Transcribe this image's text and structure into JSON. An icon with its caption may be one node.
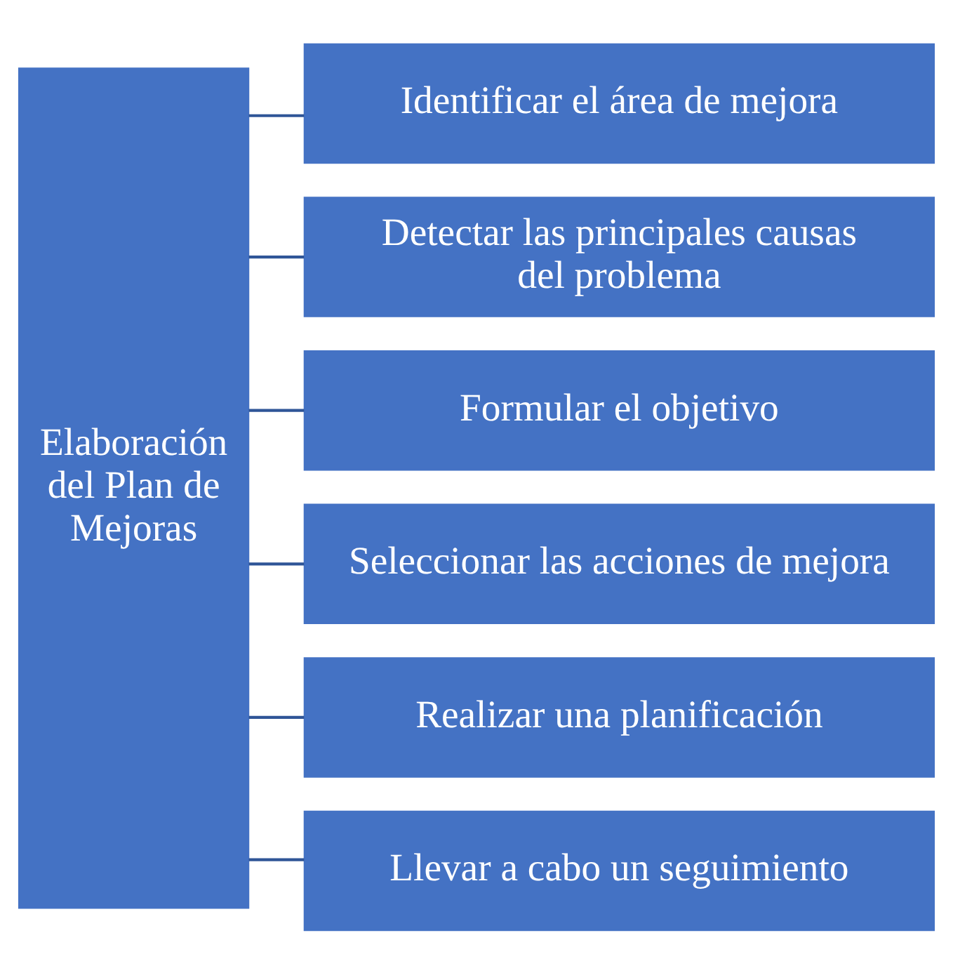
{
  "diagram": {
    "nodes": [
      {
        "text": [
          "Elaboración del Plan de Mejoras"
        ]
      },
      {
        "text": [
          "Identificar el área de mejora"
        ]
      },
      {
        "text": [
          "Detectar las principales causas del problema"
        ]
      },
      {
        "text": [
          "Formular el objetivo"
        ]
      },
      {
        "text": [
          "Seleccionar las acciones de mejora"
        ]
      },
      {
        "text": [
          "Realizar una planificación"
        ]
      },
      {
        "text": [
          "Llevar a cabo un seguimiento"
        ]
      }
    ],
    "edges": [
      {
        "from": 0,
        "to": 1,
        "arrow": "none"
      },
      {
        "from": 0,
        "to": 2,
        "arrow": "none"
      },
      {
        "from": 0,
        "to": 3,
        "arrow": "none"
      },
      {
        "from": 0,
        "to": 4,
        "arrow": "none"
      },
      {
        "from": 0,
        "to": 5,
        "arrow": "none"
      },
      {
        "from": 0,
        "to": 6,
        "arrow": "none"
      }
    ]
  }
}
